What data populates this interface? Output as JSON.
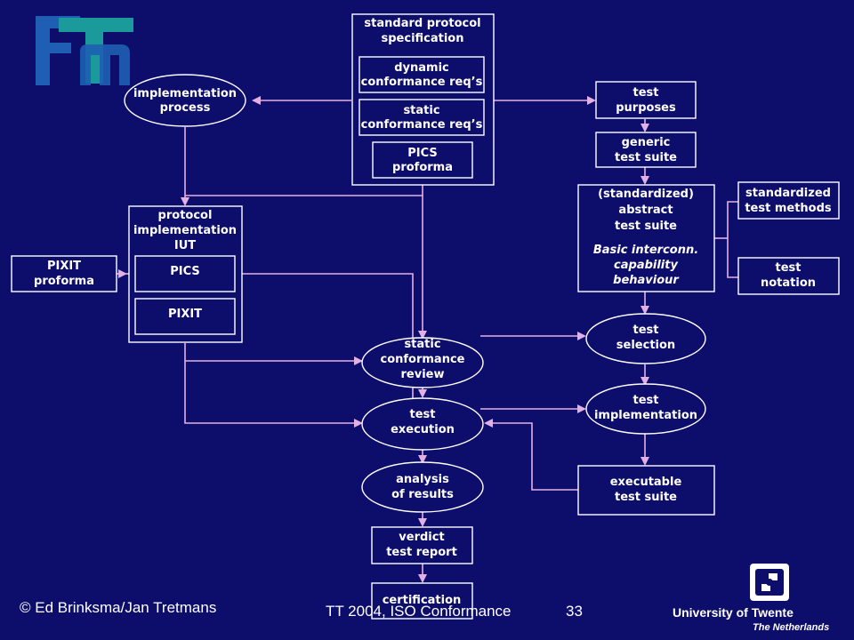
{
  "colors": {
    "background": "#0d0d6b",
    "connector": "#e3b0e3",
    "node_border": "#ffffff",
    "logo_blue": "#1e5fb3",
    "logo_teal": "#1a9a9a"
  },
  "nodes": {
    "standard_protocol_spec": [
      "standard protocol",
      "specification"
    ],
    "dynamic_req": [
      "dynamic",
      "conformance req’s"
    ],
    "static_req": [
      "static",
      "conformance req’s"
    ],
    "pics_proforma": [
      "PICS",
      "proforma"
    ],
    "implementation_process": [
      "implementation",
      "process"
    ],
    "protocol_impl": [
      "protocol",
      "implementation",
      "IUT"
    ],
    "pics": [
      "PICS"
    ],
    "pixit": [
      "PIXIT"
    ],
    "pixit_proforma": [
      "PIXIT",
      "proforma"
    ],
    "test_purposes": [
      "test",
      "purposes"
    ],
    "generic_suite": [
      "generic",
      "test suite"
    ],
    "abstract_suite": [
      "(standardized)",
      "abstract",
      "test suite"
    ],
    "basic_interconn": [
      "Basic interconn.",
      "capability",
      "behaviour"
    ],
    "std_methods": [
      "standardized",
      "test methods"
    ],
    "test_notation": [
      "test",
      "notation"
    ],
    "test_selection": [
      "test",
      "selection"
    ],
    "static_review": [
      "static",
      "conformance",
      "review"
    ],
    "test_implementation": [
      "test",
      "implementation"
    ],
    "test_execution": [
      "test",
      "execution"
    ],
    "analysis": [
      "analysis",
      "of results"
    ],
    "executable_suite": [
      "executable",
      "test suite"
    ],
    "verdict": [
      "verdict",
      "test report"
    ],
    "certification": [
      "certification"
    ]
  },
  "footer": {
    "copyright": "© Ed Brinksma/Jan Tretmans",
    "course": "TT 2004, ISO Conformance",
    "page": "33"
  },
  "university": {
    "name": "University of Twente",
    "country": "The Netherlands"
  }
}
